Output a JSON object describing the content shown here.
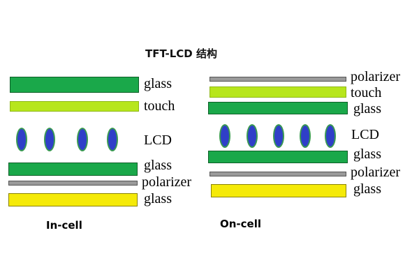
{
  "title": "TFT-LCD 结构",
  "in_cell": {
    "caption": "In-cell",
    "layers": {
      "glass_top": "glass",
      "touch": "touch",
      "lcd": "LCD",
      "glass_mid": "glass",
      "polarizer": "polarizer",
      "glass_bottom": "glass"
    }
  },
  "on_cell": {
    "caption": "On-cell",
    "layers": {
      "polarizer_top": "polarizer",
      "touch": "touch",
      "glass_top": "glass",
      "lcd": "LCD",
      "glass_mid": "glass",
      "polarizer_bottom": "polarizer",
      "glass_bottom": "glass"
    }
  },
  "colors": {
    "glass_green": "#1aa84a",
    "touch": "#b7e61c",
    "polarizer": "#9a9a9a",
    "glass_yellow": "#f5ea08",
    "liquid_crystal": "#2f3fc8"
  }
}
